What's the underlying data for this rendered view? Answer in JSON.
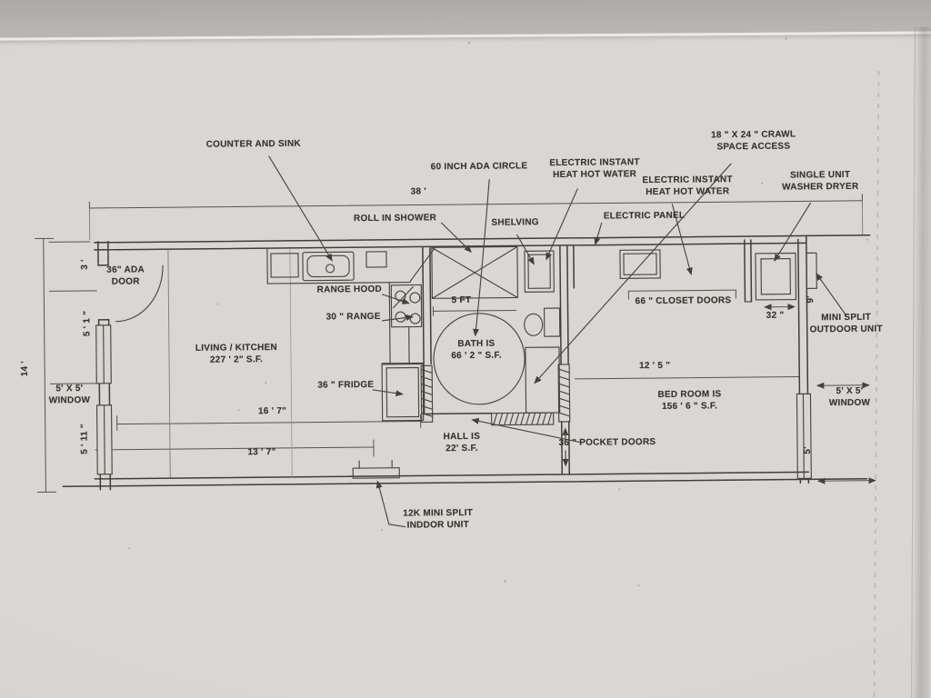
{
  "callouts": {
    "counter_and_sink": "COUNTER AND SINK",
    "ada_circle": "60 INCH ADA CIRCLE",
    "electric_instant_heater_1": "ELECTRIC INSTANT\nHEAT HOT WATER",
    "crawl_space_access": "18 \" X 24 \" CRAWL\nSPACE ACCESS",
    "electric_instant_heater_2": "ELECTRIC INSTANT\nHEAT HOT WATER",
    "single_unit_washer_dryer": "SINGLE UNIT\nWASHER DRYER",
    "roll_in_shower": "ROLL IN SHOWER",
    "shelving": "SHELVING",
    "electric_panel": "ELECTRIC PANEL",
    "ada_door": "36\" ADA\nDOOR",
    "range_hood": "RANGE HOOD",
    "range_30": "30 \" RANGE",
    "fridge_36": "36 \" FRIDGE",
    "closet_doors_66": "66 \" CLOSET DOORS",
    "mini_split_outdoor": "MINI SPLIT\nOUTDOOR UNIT",
    "pocket_doors_36": "36 \" POCKET DOORS",
    "mini_split_indoor": "12K MINI SPLIT\nINDDOR UNIT"
  },
  "rooms": {
    "living_kitchen": "LIVING / KITCHEN\n227 ' 2\" S.F.",
    "bath": "BATH IS\n66 ' 2 \" S.F.",
    "hall": "HALL IS\n22' S.F.",
    "bedroom": "BED ROOM IS\n156 ' 6 \" S.F."
  },
  "windows": {
    "left": "5' X 5'\nWINDOW",
    "right": "5' X 5'\nWINDOW"
  },
  "dimensions": {
    "overall_width": "38 '",
    "overall_depth": "14 '",
    "left_top": "3 '",
    "left_upper": "5 ' 1 \"",
    "left_lower": "5 ' 11 \"",
    "shower_width": "5 FT",
    "kitchen_run": "16 ' 7\"",
    "lower_run": "13 ' 7\"",
    "bedroom_width": "12 ' 5 \"",
    "washer_width": "32 \"",
    "right_upper": "9'",
    "right_lower": "5'"
  }
}
